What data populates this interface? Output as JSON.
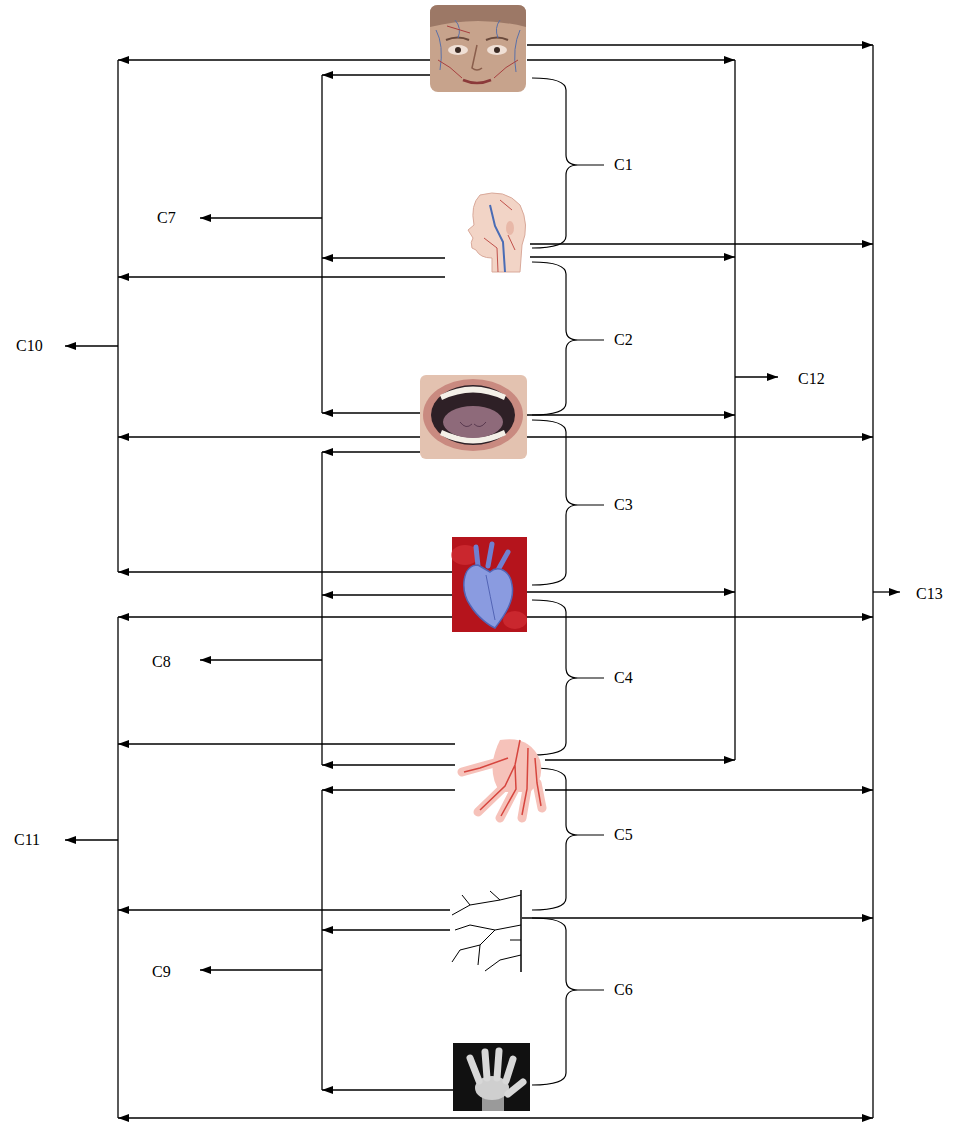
{
  "diagram": {
    "labels": [
      "C1",
      "C2",
      "C3",
      "C4",
      "C5",
      "C6",
      "C7",
      "C8",
      "C9",
      "C10",
      "C11",
      "C12",
      "C13"
    ]
  }
}
